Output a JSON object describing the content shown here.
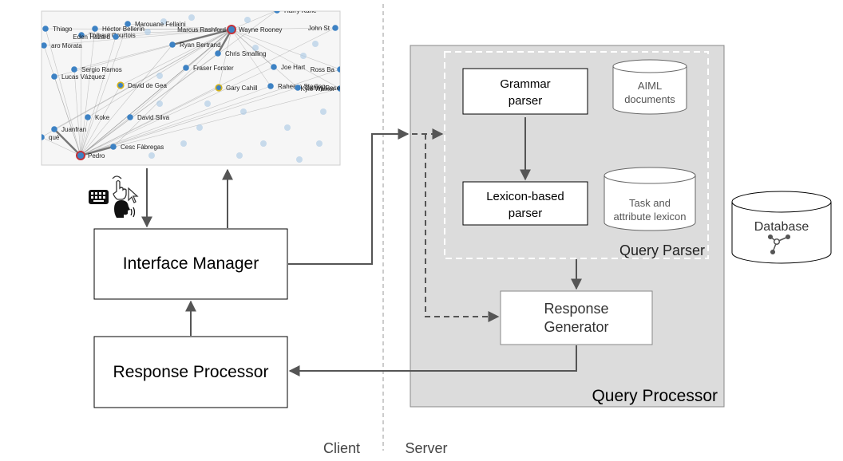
{
  "client_label": "Client",
  "server_label": "Server",
  "interface_manager_label": "Interface Manager",
  "response_processor_label": "Response Processor",
  "query_processor_label": "Query Processor",
  "query_parser_label": "Query Parser",
  "grammar_parser": {
    "line1": "Grammar",
    "line2": "parser"
  },
  "lexicon_parser": {
    "line1": "Lexicon-based",
    "line2": "parser"
  },
  "response_generator": {
    "line1": "Response",
    "line2": "Generator"
  },
  "aiml_documents": {
    "line1": "AIML",
    "line2": "documents"
  },
  "task_lexicon": {
    "line1": "Task and",
    "line2": "attribute lexicon"
  },
  "database_label": "Database",
  "input_icons": [
    "keyboard-icon",
    "pointer-hand-icon",
    "cursor-icon",
    "speaking-head-icon"
  ],
  "network": {
    "highlighted_nodes": [
      "Marcus Rashford",
      "Pedro"
    ],
    "nodes": [
      "Harry Kane",
      "Thiago",
      "Héctor Bellerín",
      "Marouane Fellaini",
      "Marcus Rashford",
      "Wayne Rooney",
      "Thibaut Courtois",
      "Eden Hazard",
      "Ryan Bertrand",
      "Chris Smalling",
      "John Stones",
      "Alvaro Morata",
      "Sergio Ramos",
      "Fraser Forster",
      "Joe Hart",
      "Ross Barkley",
      "Lucas Vázquez",
      "David de Gea",
      "Gary Cahill",
      "Raheem Sterling",
      "Kyle Walker",
      "Danny Rose",
      "Koke",
      "David Silva",
      "Juanfran",
      "Saúl Ñíguez",
      "Cesc Fàbregas",
      "Pedro"
    ]
  },
  "colors": {
    "node": "#3d82c4",
    "node_gold_ring": "#d4b21a",
    "node_red_ring": "#c2323a",
    "panel_grey": "#dcdcdc",
    "dashed_border": "#ffffff",
    "arrow": "#555555"
  }
}
